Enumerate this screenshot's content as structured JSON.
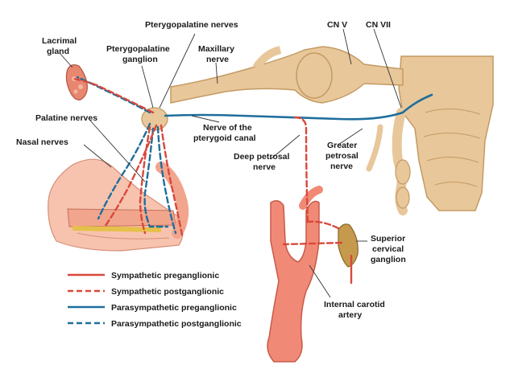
{
  "labels": {
    "lacrimal_gland_1": "Lacrimal",
    "lacrimal_gland_2": "gland",
    "pterygopalatine_nerves": "Pterygopalatine nerves",
    "pterygopalatine_ganglion_1": "Pterygopalatine",
    "pterygopalatine_ganglion_2": "ganglion",
    "maxillary_nerve_1": "Maxillary",
    "maxillary_nerve_2": "nerve",
    "cn_v": "CN V",
    "cn_vii": "CN VII",
    "palatine_nerves": "Palatine nerves",
    "nasal_nerves": "Nasal nerves",
    "nerve_pterygoid_canal_1": "Nerve of the",
    "nerve_pterygoid_canal_2": "pterygoid canal",
    "deep_petrosal_1": "Deep petrosal",
    "deep_petrosal_2": "nerve",
    "greater_petrosal_1": "Greater",
    "greater_petrosal_2": "petrosal",
    "greater_petrosal_3": "nerve",
    "superior_cervical_1": "Superior",
    "superior_cervical_2": "cervical",
    "superior_cervical_3": "ganglion",
    "internal_carotid_1": "Internal carotid",
    "internal_carotid_2": "artery"
  },
  "legend": [
    {
      "label": "Sympathetic preganglionic",
      "color": "#d9483a",
      "style": "solid"
    },
    {
      "label": "Sympathetic postganglionic",
      "color": "#d9483a",
      "style": "dashed"
    },
    {
      "label": "Parasympathetic preganglionic",
      "color": "#1f6e9c",
      "style": "solid"
    },
    {
      "label": "Parasympathetic postganglionic",
      "color": "#1f6e9c",
      "style": "dashed"
    }
  ],
  "colors": {
    "nerve_tan": "#e8c79a",
    "nerve_outline": "#c49a63",
    "artery": "#f08a76",
    "artery_outline": "#c85a48",
    "gland": "#e88770",
    "sympathetic": "#d9483a",
    "parasympathetic": "#1f6e9c"
  }
}
